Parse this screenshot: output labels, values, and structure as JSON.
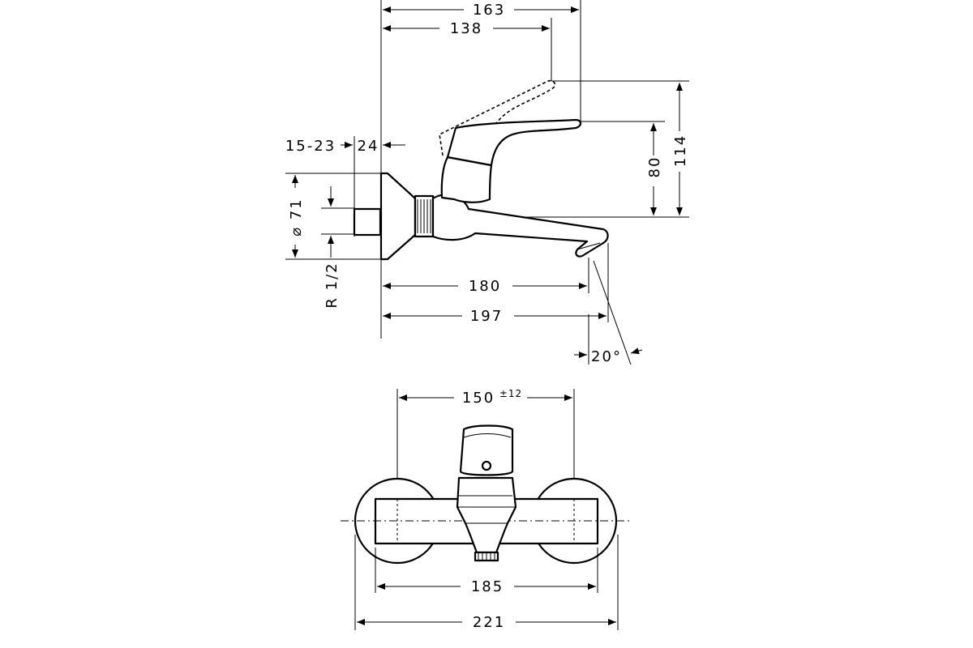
{
  "drawing": {
    "side_view": {
      "dim_163": "163",
      "dim_138": "138",
      "dim_15_23": "15-23",
      "dim_24": "24",
      "dim_diam_71": "⌀ 71",
      "dim_r_half": "R 1/2",
      "dim_80": "80",
      "dim_114": "114",
      "dim_180": "180",
      "dim_197": "197",
      "dim_angle": "20°"
    },
    "front_view": {
      "dim_150": "150",
      "dim_150_tol": "±12",
      "dim_185": "185",
      "dim_221": "221"
    }
  }
}
